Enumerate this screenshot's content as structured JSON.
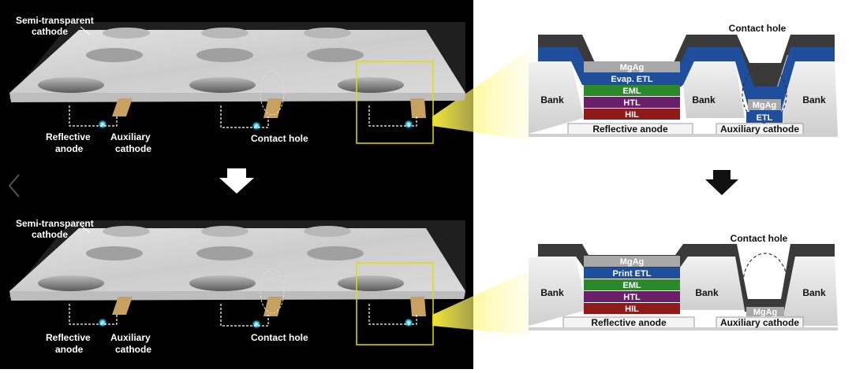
{
  "top": {
    "left": {
      "semi_cathode": [
        "Semi-transparent",
        "cathode"
      ],
      "reflective_anode": [
        "Reflective",
        "anode"
      ],
      "auxiliary_cathode": [
        "Auxiliary",
        "cathode"
      ],
      "contact_hole": "Contact hole"
    },
    "right": {
      "contact_hole": "Contact hole",
      "layers": [
        "MgAg",
        "Evap. ETL",
        "EML",
        "HTL",
        "HIL"
      ],
      "hole_layers": [
        "MgAg",
        "ETL"
      ],
      "bank": "Bank",
      "reflective_anode": "Reflective anode",
      "auxiliary_cathode": "Auxiliary cathode"
    }
  },
  "bottom": {
    "left": {
      "semi_cathode": [
        "Semi-transparent",
        "cathode"
      ],
      "reflective_anode": [
        "Reflective",
        "anode"
      ],
      "auxiliary_cathode": [
        "Auxiliary",
        "cathode"
      ],
      "contact_hole": "Contact hole"
    },
    "right": {
      "contact_hole": "Contact hole",
      "layers": [
        "MgAg",
        "Print ETL",
        "EML",
        "HTL",
        "HIL"
      ],
      "hole_layers": [
        "MgAg"
      ],
      "bank": "Bank",
      "reflective_anode": "Reflective anode",
      "auxiliary_cathode": "Auxiliary cathode"
    }
  },
  "colors": {
    "mgag": "#a8a8a8",
    "etl": "#1f4e9c",
    "eml": "#2a8a2a",
    "htl": "#6a1f6a",
    "hil": "#8f1a1a",
    "highlight": "#e6dc00",
    "bank": "#e0e0e0"
  }
}
